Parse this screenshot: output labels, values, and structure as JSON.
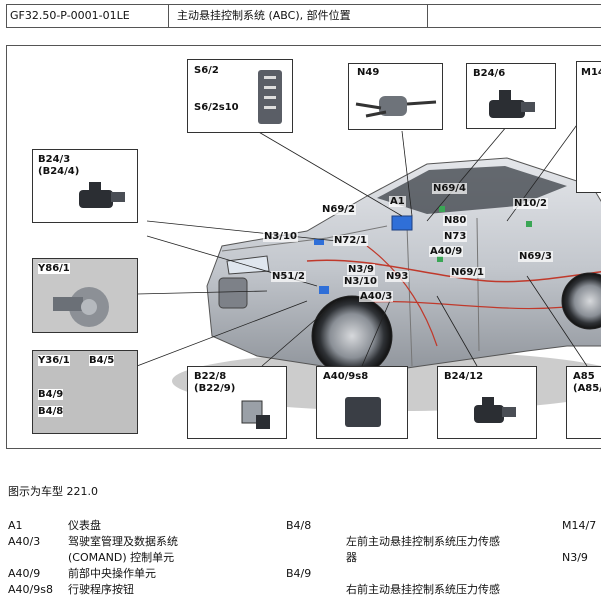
{
  "header": {
    "doc_id": "GF32.50-P-0001-01LE",
    "title": "主动悬挂控制系统 (ABC), 部件位置"
  },
  "figure": {
    "detail_boxes": {
      "s6": [
        "S6/2",
        "S6/2s10"
      ],
      "n49": [
        "N49"
      ],
      "b24_6": [
        "B24/6"
      ],
      "m14": [
        "M14/"
      ],
      "b24_3": [
        "B24/3",
        "(B24/4)"
      ],
      "y86": [
        "Y86/1"
      ],
      "y36": [
        "Y36/1",
        "B4/5",
        "B4/9",
        "B4/8"
      ],
      "b22": [
        "B22/8",
        "(B22/9)"
      ],
      "a40": [
        "A40/9s8"
      ],
      "b24_12": [
        "B24/12"
      ],
      "a85": [
        "A85",
        "(A85/"
      ]
    },
    "callouts": [
      "N69/4",
      "N69/2",
      "A1",
      "N10/2",
      "N80",
      "N3/10",
      "N72/1",
      "N73",
      "A40/9",
      "N69/3",
      "N51/2",
      "N3/9",
      "N93",
      "N69/1",
      "N3/10",
      "A40/3"
    ]
  },
  "caption": "图示为车型 221.0",
  "legend_left": [
    {
      "code": "A1",
      "desc": "仪表盘"
    },
    {
      "code": "A40/3",
      "desc": "驾驶室管理及数据系统"
    },
    {
      "code": "",
      "desc": "(COMAND) 控制单元"
    },
    {
      "code": "A40/9",
      "desc": "前部中央操作单元"
    },
    {
      "code": "A40/9s8",
      "desc": "行驶程序按钮"
    }
  ],
  "legend_mid": [
    {
      "code": "B4/8",
      "desc": ""
    },
    {
      "code": "",
      "desc": "左前主动悬挂控制系统压力传感"
    },
    {
      "code": "",
      "desc": "器"
    },
    {
      "code": "B4/9",
      "desc": ""
    },
    {
      "code": "",
      "desc": "右前主动悬挂控制系统压力传感"
    }
  ],
  "legend_right": [
    "M14/7",
    "N3/9"
  ]
}
